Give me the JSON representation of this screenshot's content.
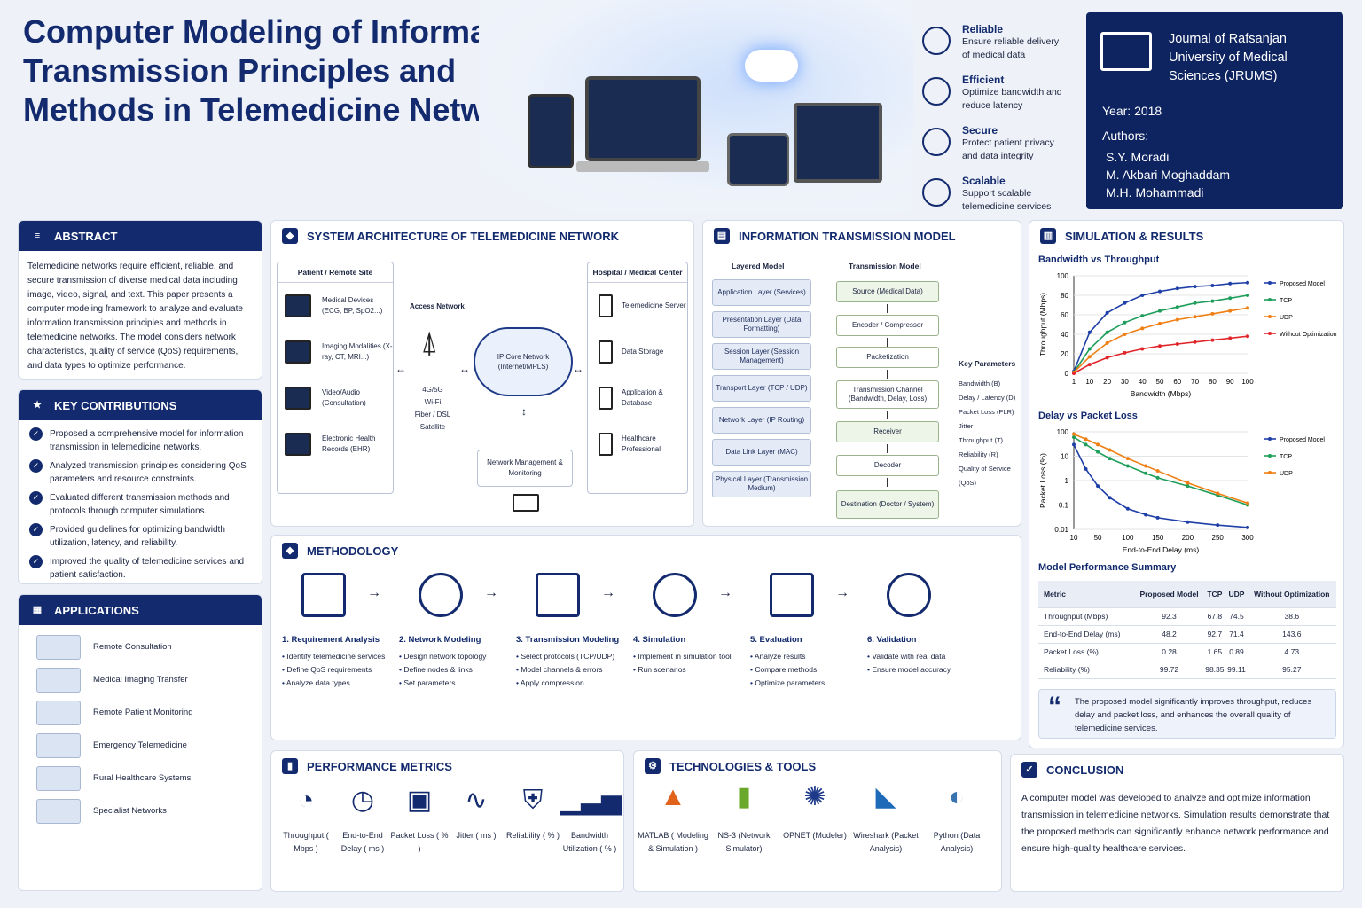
{
  "title": "Computer Modeling of Information Transmission Principles and Methods in Telemedicine Networks",
  "features": [
    {
      "name": "Reliable",
      "desc": "Ensure reliable delivery of medical data",
      "icon": "shield-icon"
    },
    {
      "name": "Efficient",
      "desc": "Optimize bandwidth and reduce latency",
      "icon": "clock-icon"
    },
    {
      "name": "Secure",
      "desc": "Protect patient privacy and data integrity",
      "icon": "lock-icon"
    },
    {
      "name": "Scalable",
      "desc": "Support scalable telemedicine services",
      "icon": "growth-chart-icon"
    }
  ],
  "journal": {
    "name": "Journal of Rafsanjan University of Medical Sciences (JRUMS)",
    "year": "Year: 2018",
    "authors_label": "Authors:",
    "authors": [
      "S.Y. Moradi",
      "M. Akbari Moghaddam",
      "M.H. Mohammadi"
    ]
  },
  "abstract": {
    "title": "ABSTRACT",
    "text": "Telemedicine networks require efficient, reliable, and secure transmission of diverse medical data including image, video, signal, and text. This paper presents a computer modeling framework to analyze and evaluate information transmission principles and methods in telemedicine networks. The model considers network characteristics, quality of service (QoS) requirements, and data types to optimize performance."
  },
  "contributions": {
    "title": "KEY CONTRIBUTIONS",
    "items": [
      "Proposed a comprehensive model for information transmission in telemedicine networks.",
      "Analyzed transmission principles considering QoS parameters and resource constraints.",
      "Evaluated different transmission methods and protocols through computer simulations.",
      "Provided guidelines for optimizing bandwidth utilization, latency, and reliability.",
      "Improved the quality of telemedicine services and patient satisfaction."
    ]
  },
  "applications": {
    "title": "APPLICATIONS",
    "items": [
      "Remote Consultation",
      "Medical Imaging Transfer",
      "Remote Patient Monitoring",
      "Emergency Telemedicine",
      "Rural Healthcare Systems",
      "Specialist Networks"
    ]
  },
  "architecture": {
    "title": "SYSTEM ARCHITECTURE OF TELEMEDICINE NETWORK",
    "patient_title": "Patient / Remote Site",
    "patient_items": [
      "Medical Devices (ECG, BP, SpO2...)",
      "Imaging Modalities (X-ray, CT, MRI...)",
      "Video/Audio (Consultation)",
      "Electronic Health Records (EHR)"
    ],
    "access": "Access Network",
    "access_types": "4G/5G\nWi-Fi\nFiber / DSL\nSatellite",
    "core": "IP Core Network (Internet/MPLS)",
    "mgmt": "Network Management & Monitoring",
    "hospital_title": "Hospital / Medical Center",
    "hospital_items": [
      "Telemedicine Server",
      "Data Storage",
      "Application & Database",
      "Healthcare Professional"
    ]
  },
  "model": {
    "title": "INFORMATION TRANSMISSION MODEL",
    "layered_title": "Layered Model",
    "layers": [
      "Application Layer (Services)",
      "Presentation Layer (Data Formatting)",
      "Session Layer (Session Management)",
      "Transport Layer (TCP / UDP)",
      "Network Layer (IP Routing)",
      "Data Link Layer (MAC)",
      "Physical Layer (Transmission Medium)"
    ],
    "trans_title": "Transmission Model",
    "steps": [
      "Source (Medical Data)",
      "Encoder / Compressor",
      "Packetization",
      "Transmission Channel (Bandwidth, Delay, Loss)",
      "Receiver",
      "Decoder",
      "Destination (Doctor / System)"
    ],
    "params_title": "Key Parameters",
    "params": [
      "Bandwidth (B)",
      "Delay / Latency (D)",
      "Packet Loss (PLR)",
      "Jitter",
      "Throughput (T)",
      "Reliability (R)",
      "Quality of Service (QoS)"
    ]
  },
  "sim": {
    "title": "SIMULATION & RESULTS",
    "quote": "The proposed model significantly improves throughput, reduces delay and packet loss, and enhances the overall quality of telemedicine services."
  },
  "table": {
    "title": "Model Performance Summary",
    "headers": [
      "Metric",
      "Proposed Model",
      "TCP",
      "UDP",
      "Without Optimization"
    ],
    "rows": [
      [
        "Throughput (Mbps)",
        "92.3",
        "67.8",
        "74.5",
        "38.6"
      ],
      [
        "End-to-End Delay (ms)",
        "48.2",
        "92.7",
        "71.4",
        "143.6"
      ],
      [
        "Packet Loss (%)",
        "0.28",
        "1.65",
        "0.89",
        "4.73"
      ],
      [
        "Reliability (%)",
        "99.72",
        "98.35",
        "99.11",
        "95.27"
      ]
    ]
  },
  "methodology": {
    "title": "METHODOLOGY",
    "steps": [
      {
        "t": "1. Requirement Analysis",
        "b": [
          "Identify telemedicine services",
          "Define QoS requirements",
          "Analyze data types"
        ]
      },
      {
        "t": "2. Network Modeling",
        "b": [
          "Design network topology",
          "Define nodes & links",
          "Set parameters"
        ]
      },
      {
        "t": "3. Transmission Modeling",
        "b": [
          "Select protocols (TCP/UDP)",
          "Model channels & errors",
          "Apply compression"
        ]
      },
      {
        "t": "4. Simulation",
        "b": [
          "Implement in simulation tool",
          "Run scenarios"
        ]
      },
      {
        "t": "5. Evaluation",
        "b": [
          "Analyze results",
          "Compare methods",
          "Optimize parameters"
        ]
      },
      {
        "t": "6. Validation",
        "b": [
          "Validate with real data",
          "Ensure model accuracy"
        ]
      }
    ]
  },
  "metrics": {
    "title": "PERFORMANCE METRICS",
    "items": [
      "Throughput ( Mbps )",
      "End-to-End Delay ( ms )",
      "Packet Loss ( % )",
      "Jitter ( ms )",
      "Reliability ( % )",
      "Bandwidth Utilization ( % )"
    ]
  },
  "tools": {
    "title": "TECHNOLOGIES & TOOLS",
    "items": [
      "MATLAB ( Modeling & Simulation )",
      "NS-3 (Network Simulator)",
      "OPNET (Modeler)",
      "Wireshark (Packet Analysis)",
      "Python (Data Analysis)"
    ]
  },
  "conclusion": {
    "title": "CONCLUSION",
    "text": "A computer model was developed to analyze and optimize information transmission in telemedicine networks. Simulation results demonstrate that the proposed methods can significantly enhance network performance and ensure high-quality healthcare services."
  },
  "chart_data": [
    {
      "type": "line",
      "title": "Bandwidth vs Throughput",
      "xlabel": "Bandwidth (Mbps)",
      "ylabel": "Throughput (Mbps)",
      "x": [
        1,
        10,
        20,
        30,
        40,
        50,
        60,
        70,
        80,
        90,
        100
      ],
      "xticks": [
        "1",
        "10",
        "20",
        "30",
        "40",
        "50",
        "60",
        "70",
        "80",
        "90",
        "100"
      ],
      "ylim": [
        0,
        100
      ],
      "yticks": [
        "0",
        "20",
        "40",
        "60",
        "80",
        "100"
      ],
      "series": [
        {
          "name": "Proposed Model",
          "color": "#1f3fa8",
          "values": [
            2,
            42,
            62,
            72,
            80,
            84,
            87,
            89,
            90,
            92,
            93
          ]
        },
        {
          "name": "TCP",
          "color": "#1e9e5a",
          "values": [
            1,
            25,
            42,
            52,
            59,
            64,
            68,
            72,
            74,
            77,
            80
          ]
        },
        {
          "name": "UDP",
          "color": "#f07f13",
          "values": [
            1,
            17,
            31,
            40,
            46,
            51,
            55,
            58,
            61,
            64,
            67
          ]
        },
        {
          "name": "Without Optimization",
          "color": "#e0262b",
          "values": [
            0,
            9,
            16,
            21,
            25,
            28,
            30,
            32,
            34,
            36,
            38
          ]
        }
      ]
    },
    {
      "type": "line",
      "title": "Delay vs Packet Loss",
      "xlabel": "End-to-End Delay (ms)",
      "ylabel": "Packet Loss (%)",
      "log_y": true,
      "x": [
        10,
        30,
        50,
        70,
        100,
        130,
        150,
        200,
        250,
        300
      ],
      "xticks": [
        "10",
        "50",
        "100",
        "150",
        "200",
        "250",
        "300"
      ],
      "ylim": [
        0.01,
        100
      ],
      "yticks": [
        "0.01",
        "0.1",
        "1",
        "10",
        "100"
      ],
      "series": [
        {
          "name": "Proposed Model",
          "color": "#1f3fa8",
          "values": [
            30,
            3,
            0.6,
            0.2,
            0.07,
            0.04,
            0.03,
            0.02,
            0.015,
            0.012
          ]
        },
        {
          "name": "TCP",
          "color": "#1e9e5a",
          "values": [
            60,
            30,
            15,
            8,
            4,
            2,
            1.3,
            0.6,
            0.25,
            0.1
          ]
        },
        {
          "name": "UDP",
          "color": "#f07f13",
          "values": [
            80,
            50,
            30,
            18,
            8,
            4,
            2.5,
            0.8,
            0.3,
            0.12
          ]
        }
      ]
    }
  ]
}
